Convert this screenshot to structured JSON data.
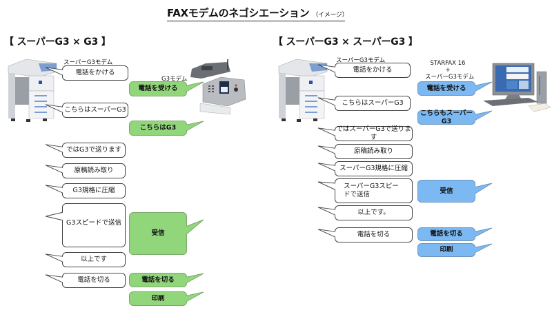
{
  "title": {
    "main": "FAXモデムのネゴシエーション",
    "sub": "（イメージ）"
  },
  "left": {
    "heading": "【 スーパーG3 × G3 】",
    "sender_label": "スーパーG3モデム",
    "receiver_label": "G3モデム",
    "sender_device_icon": "multifunction-printer",
    "receiver_device_icon": "fax-machine",
    "colors": {
      "receiver_fill": "#92d67c"
    },
    "sender_messages": [
      "電話をかける",
      "こちらはスーパーG3",
      "ではG3で送ります",
      "原稿読み取り",
      "G3規格に圧縮",
      "G3スピードで送信",
      "以上です",
      "電話を切る"
    ],
    "receiver_messages": [
      "電話を受ける",
      "こちらはG3",
      "受信",
      "電話を切る",
      "印刷"
    ]
  },
  "right": {
    "heading": "【 スーパーG3 × スーパーG3 】",
    "sender_label": "スーパーG3モデム",
    "receiver_label_lines": [
      "STARFAX 16",
      "+",
      "スーパーG3モデム"
    ],
    "sender_device_icon": "multifunction-printer",
    "receiver_device_icon": "desktop-pc-with-modem",
    "colors": {
      "receiver_fill": "#7cb9f2"
    },
    "sender_messages": [
      "電話をかける",
      "こちらはスーパーG3",
      "ではスーパーG3で送ります",
      "原稿読み取り",
      "スーパーG3規格に圧縮",
      "スーパーG3スピードで送信",
      "以上です。",
      "電話を切る"
    ],
    "receiver_messages": [
      "電話を受ける",
      "こちらもスーパーG3",
      "受信",
      "電話を切る",
      "印刷"
    ]
  }
}
